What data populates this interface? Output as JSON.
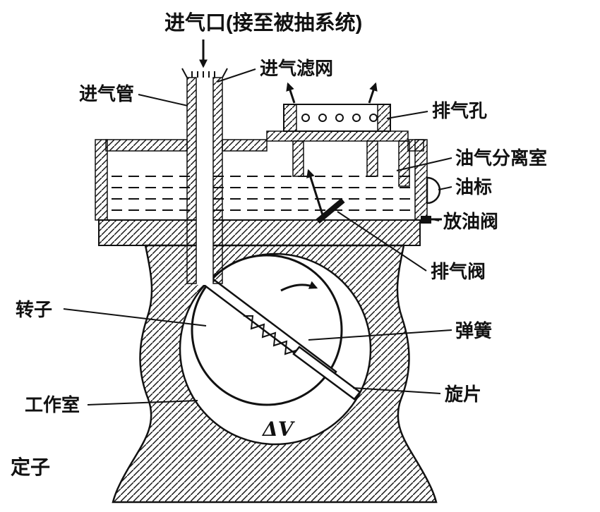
{
  "figure": {
    "type": "technical-cross-section-diagram",
    "subject": "rotary vane oil-sealed vacuum pump",
    "colors": {
      "ink": "#111111",
      "background": "#ffffff"
    },
    "labels": {
      "intake_port": "进气口(接至被抽系统)",
      "intake_filter": "进气滤网",
      "intake_pipe": "进气管",
      "exhaust_hole": "排气孔",
      "oil_gas_separation_chamber": "油气分离室",
      "oil_level_gauge": "油标",
      "oil_drain_valve": "放油阀",
      "exhaust_valve": "排气阀",
      "rotor": "转子",
      "spring": "弹簧",
      "working_chamber": "工作室",
      "vane": "旋片",
      "stator": "定子",
      "volume_symbol": "ΔV"
    }
  }
}
